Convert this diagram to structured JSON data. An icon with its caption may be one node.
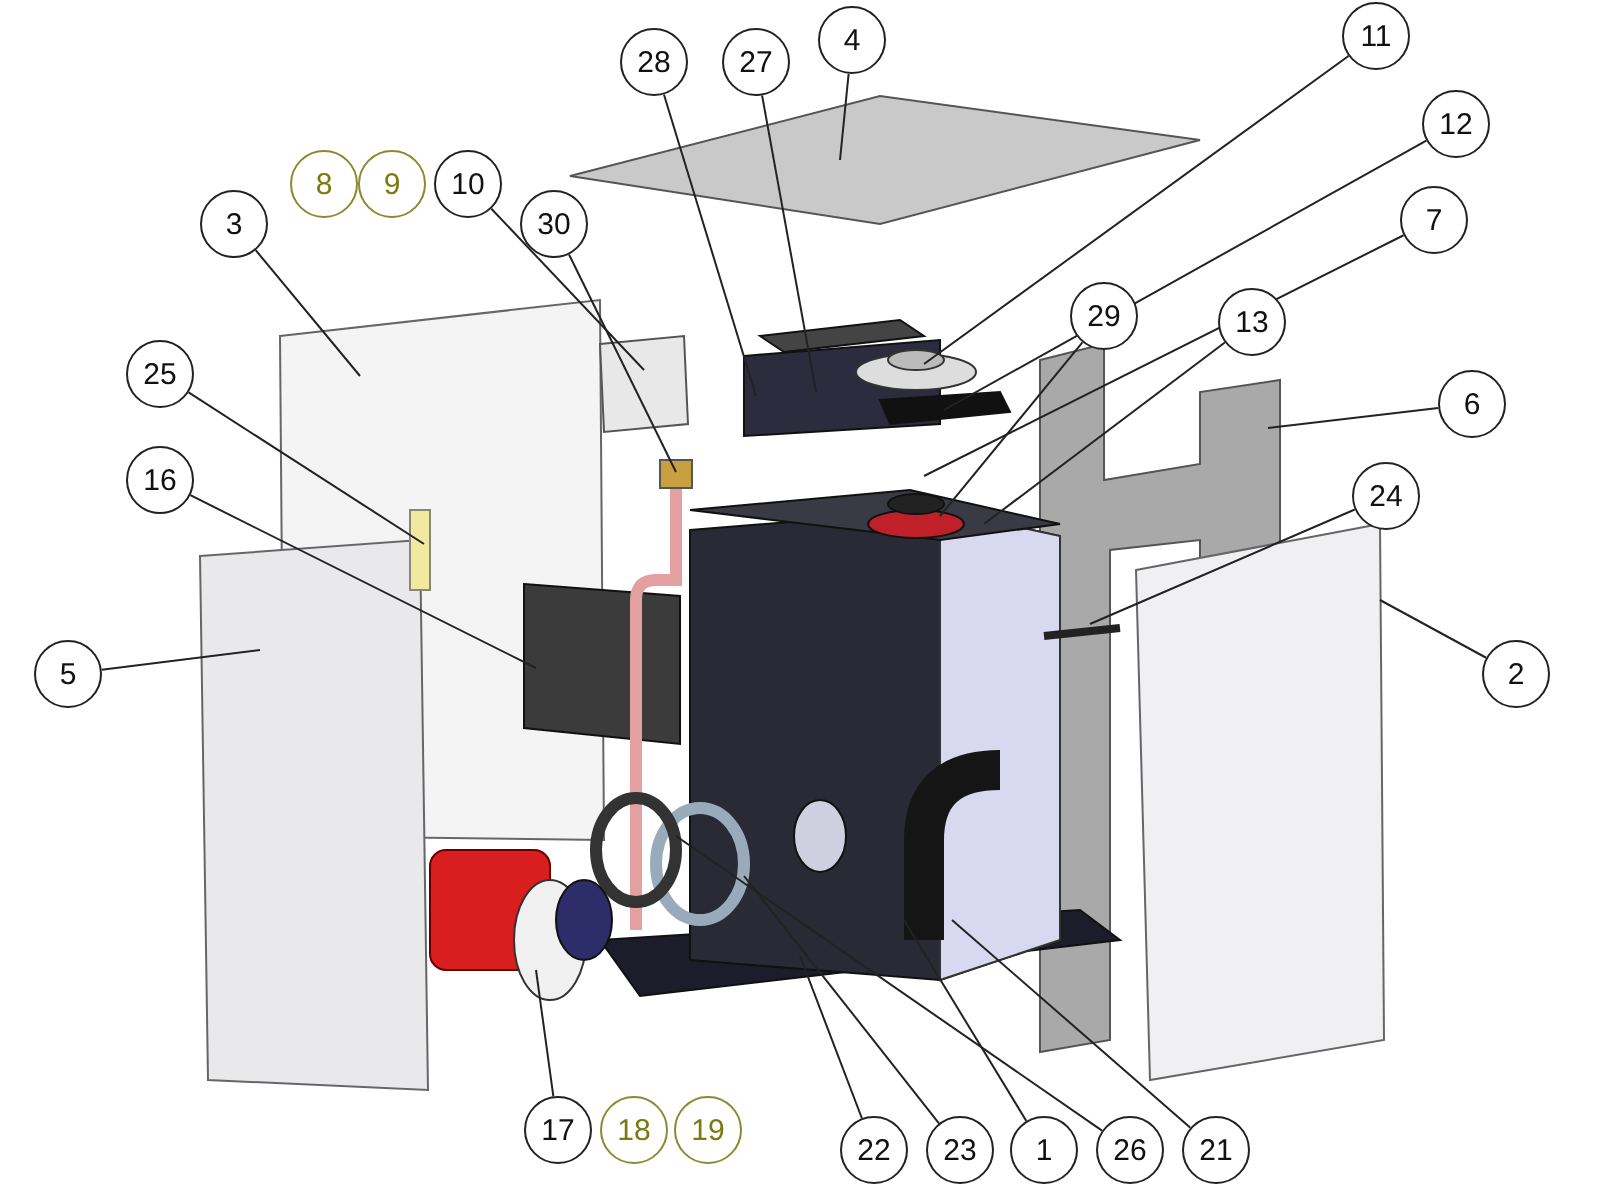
{
  "diagram": {
    "nodes": [
      {
        "text": [
          "11"
        ]
      },
      {
        "text": [
          "4"
        ]
      },
      {
        "text": [
          "28"
        ]
      },
      {
        "text": [
          "27"
        ]
      },
      {
        "text": [
          "12"
        ]
      },
      {
        "text": [
          "8"
        ]
      },
      {
        "text": [
          "9"
        ]
      },
      {
        "text": [
          "10"
        ]
      },
      {
        "text": [
          "7"
        ]
      },
      {
        "text": [
          "3"
        ]
      },
      {
        "text": [
          "30"
        ]
      },
      {
        "text": [
          "29"
        ]
      },
      {
        "text": [
          "13"
        ]
      },
      {
        "text": [
          "25"
        ]
      },
      {
        "text": [
          "6"
        ]
      },
      {
        "text": [
          "16"
        ]
      },
      {
        "text": [
          "24"
        ]
      },
      {
        "text": [
          "5"
        ]
      },
      {
        "text": [
          "2"
        ]
      },
      {
        "text": [
          "17"
        ]
      },
      {
        "text": [
          "18"
        ]
      },
      {
        "text": [
          "19"
        ]
      },
      {
        "text": [
          "22"
        ]
      },
      {
        "text": [
          "23"
        ]
      },
      {
        "text": [
          "1"
        ]
      },
      {
        "text": [
          "26"
        ]
      },
      {
        "text": [
          "21"
        ]
      }
    ],
    "edges": [
      {
        "from": 0,
        "to": null,
        "arrow": "none"
      },
      {
        "from": 1,
        "to": null,
        "arrow": "none"
      },
      {
        "from": 2,
        "to": null,
        "arrow": "none"
      },
      {
        "from": 3,
        "to": null,
        "arrow": "none"
      },
      {
        "from": 4,
        "to": null,
        "arrow": "none"
      },
      {
        "from": 7,
        "to": null,
        "arrow": "none"
      },
      {
        "from": 8,
        "to": null,
        "arrow": "none"
      },
      {
        "from": 9,
        "to": null,
        "arrow": "none"
      },
      {
        "from": 10,
        "to": null,
        "arrow": "none"
      },
      {
        "from": 11,
        "to": null,
        "arrow": "none"
      },
      {
        "from": 12,
        "to": null,
        "arrow": "none"
      },
      {
        "from": 13,
        "to": null,
        "arrow": "none"
      },
      {
        "from": 14,
        "to": null,
        "arrow": "none"
      },
      {
        "from": 15,
        "to": null,
        "arrow": "none"
      },
      {
        "from": 16,
        "to": null,
        "arrow": "none"
      },
      {
        "from": 17,
        "to": null,
        "arrow": "none"
      },
      {
        "from": 18,
        "to": null,
        "arrow": "none"
      },
      {
        "from": 19,
        "to": null,
        "arrow": "none"
      },
      {
        "from": 22,
        "to": null,
        "arrow": "none"
      },
      {
        "from": 23,
        "to": null,
        "arrow": "none"
      },
      {
        "from": 24,
        "to": null,
        "arrow": "none"
      },
      {
        "from": 25,
        "to": null,
        "arrow": "none"
      },
      {
        "from": 26,
        "to": null,
        "arrow": "none"
      }
    ]
  }
}
